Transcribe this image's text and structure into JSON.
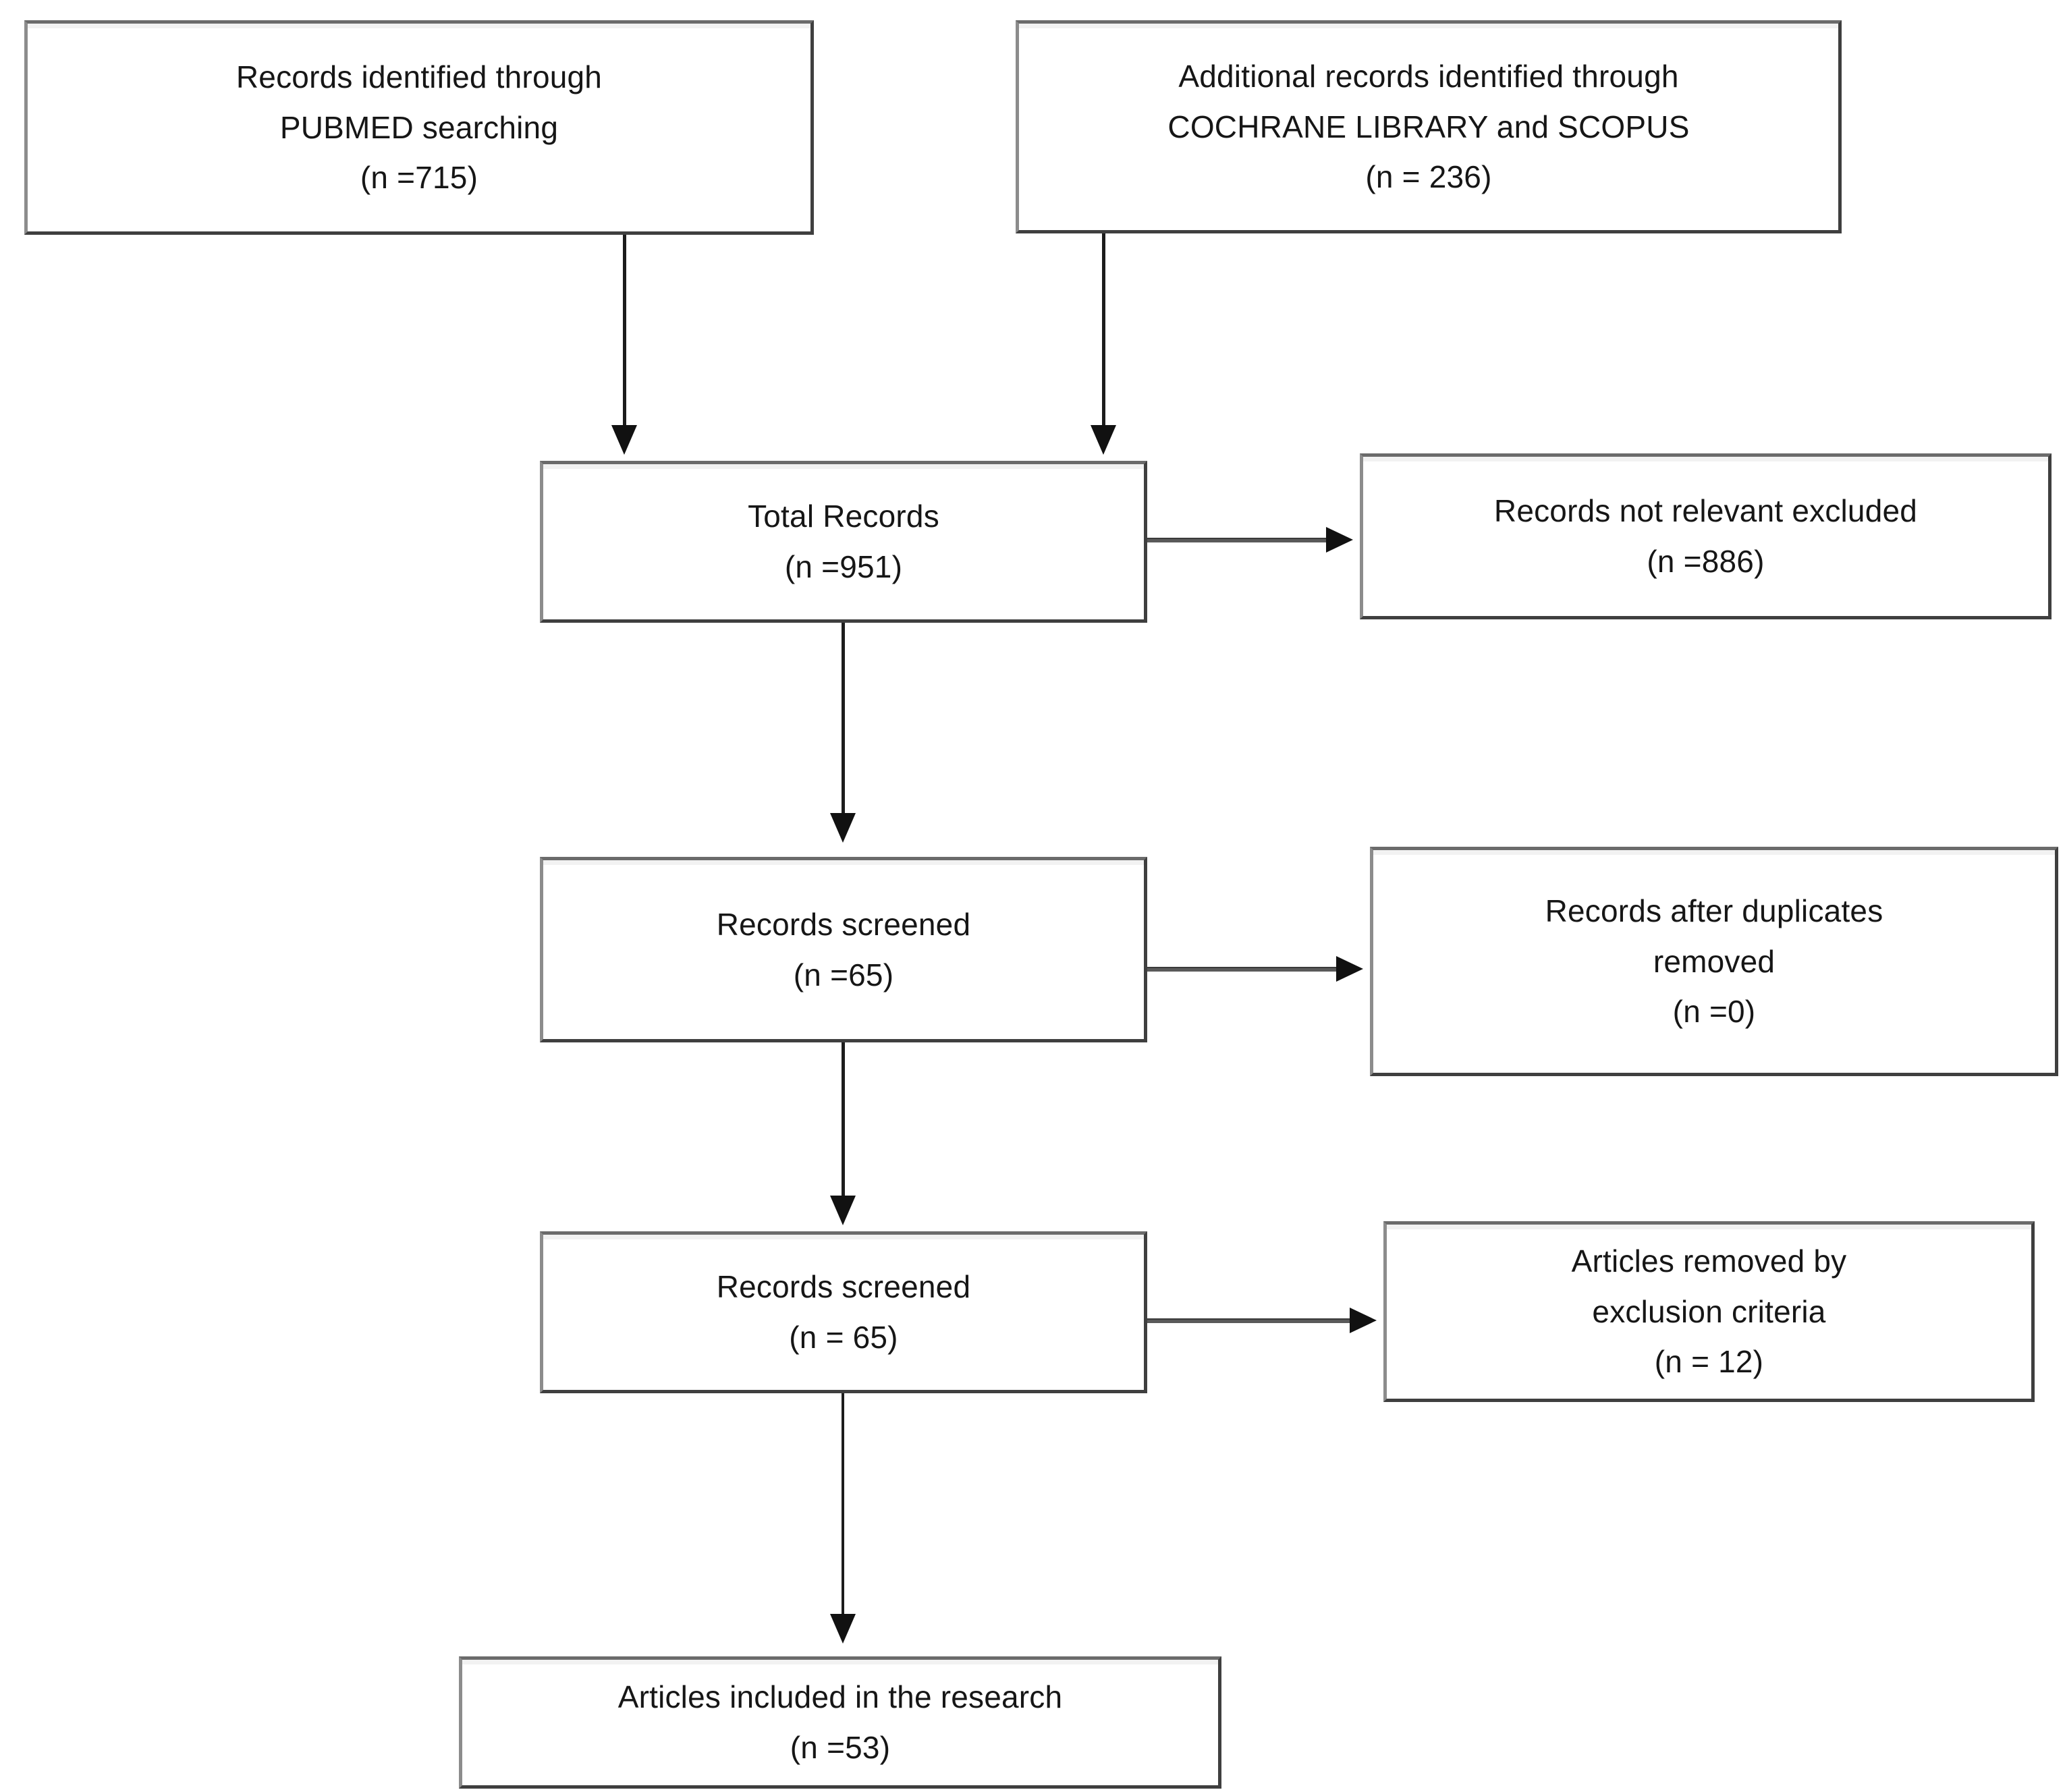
{
  "diagram": {
    "type": "PRISMA flow diagram",
    "nodes": [
      {
        "id": "pubmed-records",
        "name": "records-identified-pubmed-box",
        "lines": [
          "Records identified through",
          "PUBMED searching",
          "(n =715)"
        ],
        "count": 715
      },
      {
        "id": "additional-records",
        "name": "additional-records-box",
        "lines": [
          "Additional records identified through",
          "COCHRANE LIBRARY and SCOPUS",
          "(n = 236)"
        ],
        "count": 236
      },
      {
        "id": "total-records",
        "name": "total-records-box",
        "lines": [
          "Total Records",
          "(n =951)"
        ],
        "count": 951
      },
      {
        "id": "not-relevant-excluded",
        "name": "records-not-relevant-excluded-box",
        "lines": [
          "Records not relevant excluded",
          "(n =886)"
        ],
        "count": 886
      },
      {
        "id": "records-screened-1",
        "name": "records-screened-box-first",
        "lines": [
          "Records screened",
          "(n =65)"
        ],
        "count": 65
      },
      {
        "id": "duplicates-removed",
        "name": "records-after-duplicates-removed-box",
        "lines": [
          "Records after duplicates",
          "removed",
          "(n =0)"
        ],
        "count": 0
      },
      {
        "id": "records-screened-2",
        "name": "records-screened-box-second",
        "lines": [
          "Records screened",
          "(n = 65)"
        ],
        "count": 65
      },
      {
        "id": "articles-removed",
        "name": "articles-removed-exclusion-criteria-box",
        "lines": [
          "Articles removed by",
          "exclusion criteria",
          "(n = 12)"
        ],
        "count": 12
      },
      {
        "id": "articles-included",
        "name": "articles-included-box",
        "lines": [
          "Articles included in the research",
          "(n =53)"
        ],
        "count": 53
      }
    ],
    "edges": [
      {
        "from": "pubmed-records",
        "to": "total-records",
        "direction": "down"
      },
      {
        "from": "additional-records",
        "to": "total-records",
        "direction": "down"
      },
      {
        "from": "total-records",
        "to": "not-relevant-excluded",
        "direction": "right"
      },
      {
        "from": "total-records",
        "to": "records-screened-1",
        "direction": "down"
      },
      {
        "from": "records-screened-1",
        "to": "duplicates-removed",
        "direction": "right"
      },
      {
        "from": "records-screened-1",
        "to": "records-screened-2",
        "direction": "down"
      },
      {
        "from": "records-screened-2",
        "to": "articles-removed",
        "direction": "right"
      },
      {
        "from": "records-screened-2",
        "to": "articles-included",
        "direction": "down"
      }
    ],
    "colors": {
      "box_border": "#3f3f3f",
      "box_fill": "#ffffff",
      "text": "#161616",
      "connector": "#1c1c1c",
      "background": "#ffffff"
    }
  }
}
